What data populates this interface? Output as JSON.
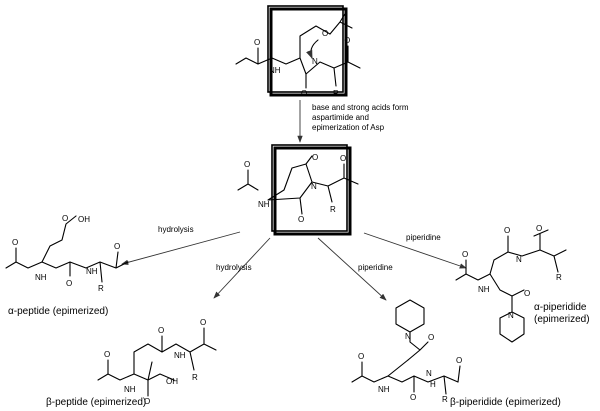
{
  "conditions": {
    "line1": "base and strong acids form",
    "line2": "aspartimide and",
    "line3": "epimerization of Asp"
  },
  "arrow_labels": {
    "hydrolysis_left": "hydrolysis",
    "hydrolysis_mid": "hydrolysis",
    "piperidine_mid": "piperidine",
    "piperidine_right": "piperidine"
  },
  "products": {
    "alpha_peptide": "α-peptide (epimerized)",
    "beta_peptide": "β-peptide (epimerized)",
    "beta_piperidide": "β-piperidide (epimerized)",
    "alpha_piperidide_line1": "α-piperidide",
    "alpha_piperidide_line2": "(epimerized)"
  },
  "atoms": {
    "O": "O",
    "N": "N",
    "NH": "NH",
    "N_H": "N",
    "H": "H",
    "R": "R",
    "OH": "OH"
  }
}
